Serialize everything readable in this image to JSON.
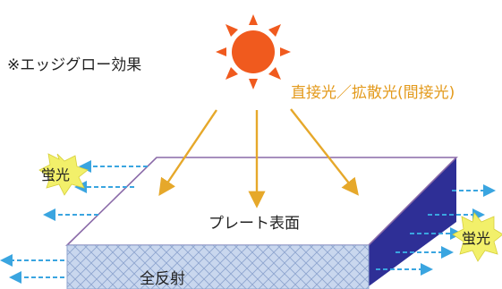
{
  "title": "※エッジグロー効果",
  "light_label": "直接光／拡散光(間接光)",
  "surface_label": "プレート表面",
  "reflection_label": "全反射",
  "fluorescence_left": "蛍光",
  "fluorescence_right": "蛍光",
  "colors": {
    "sun": "#f05a1e",
    "light_arrow": "#e6a82a",
    "light_text": "#e39a1c",
    "plate_side": "#2e2f96",
    "plate_top_edge": "#8a6aa8",
    "plate_front": "#c9d7ee",
    "hatch": "#8fa6cf",
    "edge_arrow": "#3aa5e0",
    "burst": "#f2f06a"
  },
  "icons": [
    "sun-icon",
    "starburst-icon",
    "arrow-icon"
  ]
}
